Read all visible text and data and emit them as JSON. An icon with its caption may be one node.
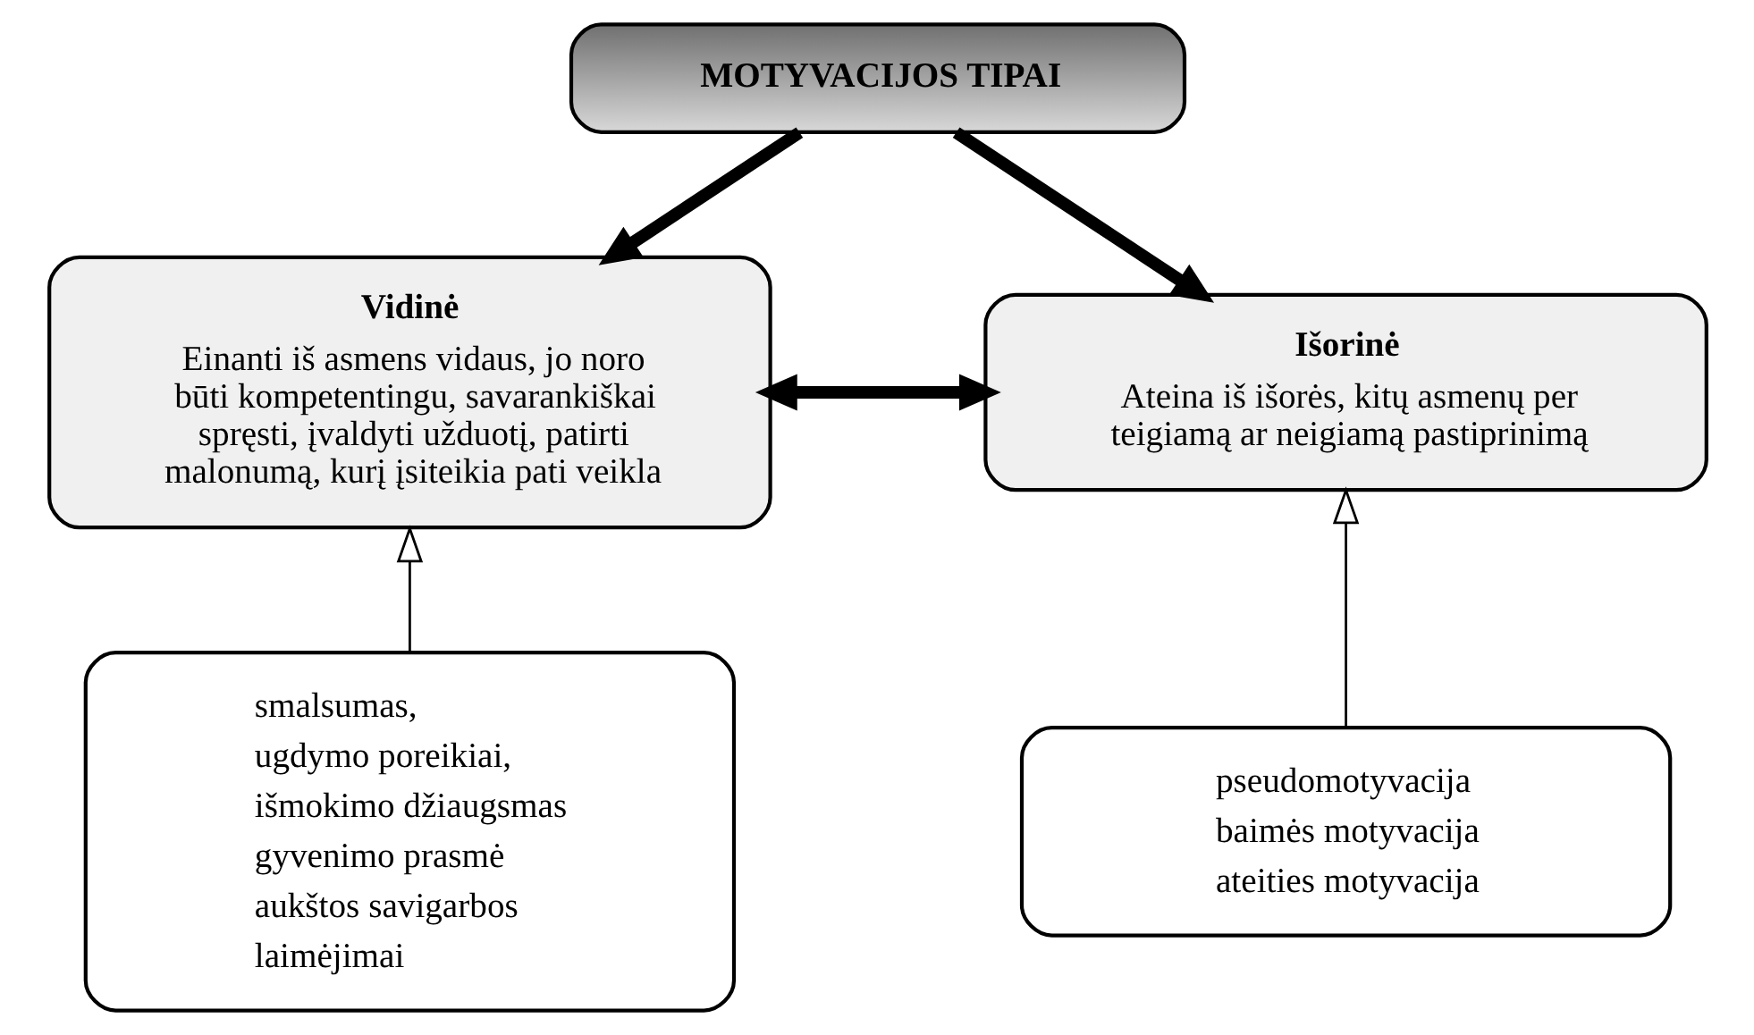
{
  "diagram": {
    "nodes": [
      {
        "text": [
          "MOTYVACIJOS TIPAI"
        ]
      },
      {
        "text": [
          "Vidinė",
          "Einanti iš asmens vidaus, jo noro būti kompetentingu, savarankiškai spręsti, įvaldyti užduotį, patirti malonumą, kurį įsiteikia pati veikla"
        ]
      },
      {
        "text": [
          "Išorinė",
          "Ateina iš išorės, kitų asmenų per teigiamą ar neigiamą pastiprinimą"
        ]
      },
      {
        "text": [
          "smalsumas,",
          "ugdymo poreikiai,",
          "išmokimo džiaugsmas",
          "gyvenimo prasmė",
          "aukštos savigarbos",
          "laimėjimai"
        ]
      },
      {
        "text": [
          "pseudomotyvacija",
          "baimės motyvacija",
          "ateities motyvacija"
        ]
      }
    ],
    "edges": [
      {
        "from": 0,
        "to": 1,
        "arrow": "to"
      },
      {
        "from": 0,
        "to": 2,
        "arrow": "to"
      },
      {
        "from": 1,
        "to": 2,
        "arrow": "both"
      },
      {
        "from": 3,
        "to": 1,
        "arrow": "to"
      },
      {
        "from": 4,
        "to": 2,
        "arrow": "to"
      }
    ]
  }
}
